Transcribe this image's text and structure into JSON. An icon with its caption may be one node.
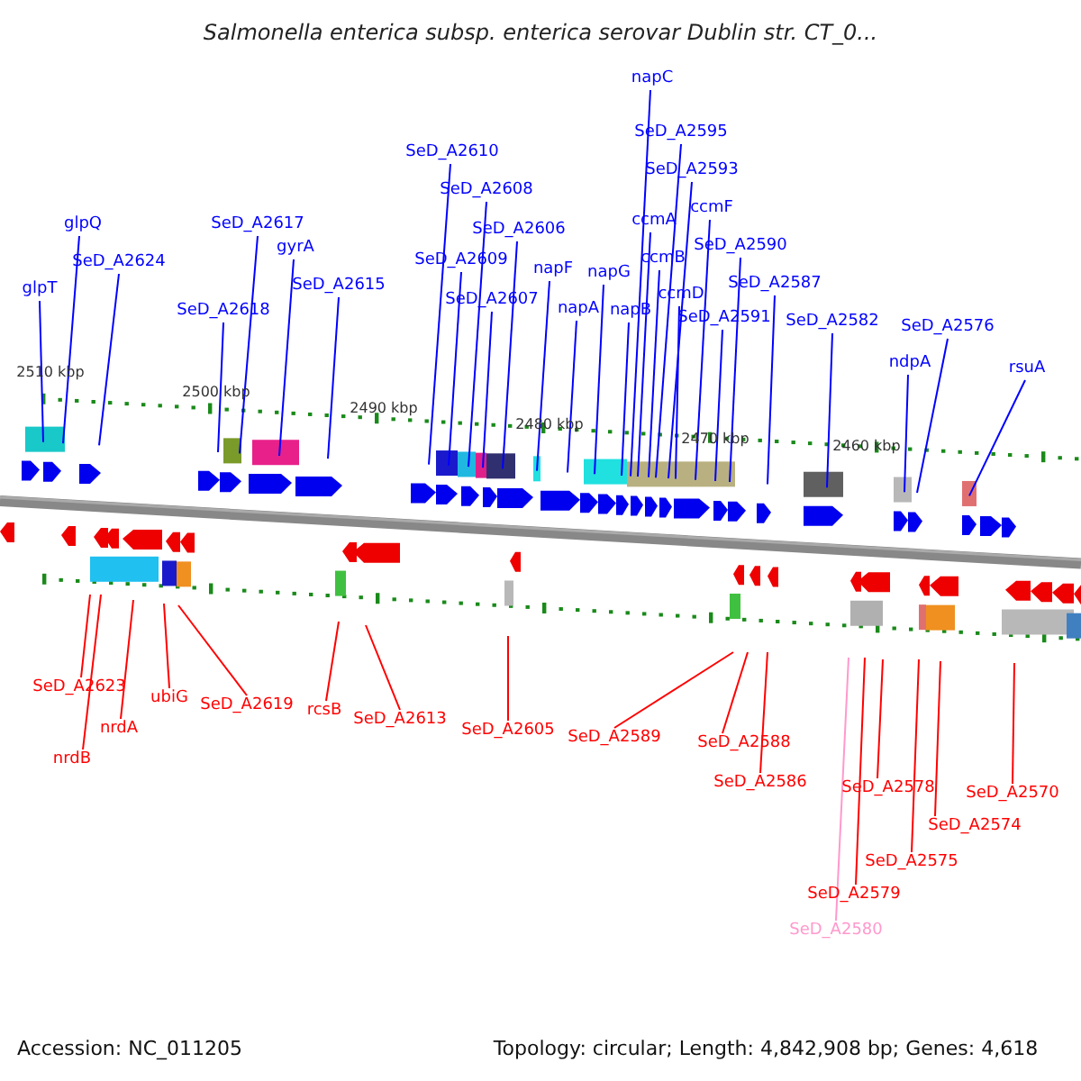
{
  "diagram": {
    "title": "Salmonella enterica subsp. enterica serovar Dublin str. CT_0...",
    "nodes": [
      {
        "text": [
          "glpT"
        ]
      },
      {
        "text": [
          "glpQ"
        ]
      },
      {
        "text": [
          "SeD_A2624"
        ]
      },
      {
        "text": [
          "SeD_A2618"
        ]
      },
      {
        "text": [
          "SeD_A2617"
        ]
      },
      {
        "text": [
          "gyrA"
        ]
      },
      {
        "text": [
          "SeD_A2615"
        ]
      },
      {
        "text": [
          "SeD_A2610"
        ]
      },
      {
        "text": [
          "SeD_A2608"
        ]
      },
      {
        "text": [
          "SeD_A2609"
        ]
      },
      {
        "text": [
          "SeD_A2606"
        ]
      },
      {
        "text": [
          "SeD_A2607"
        ]
      },
      {
        "text": [
          "napF"
        ]
      },
      {
        "text": [
          "napA"
        ]
      },
      {
        "text": [
          "napG"
        ]
      },
      {
        "text": [
          "napB"
        ]
      },
      {
        "text": [
          "ccmA"
        ]
      },
      {
        "text": [
          "ccmB"
        ]
      },
      {
        "text": [
          "napC"
        ]
      },
      {
        "text": [
          "SeD_A2595"
        ]
      },
      {
        "text": [
          "SeD_A2593"
        ]
      },
      {
        "text": [
          "ccmD"
        ]
      },
      {
        "text": [
          "ccmF"
        ]
      },
      {
        "text": [
          "SeD_A2591"
        ]
      },
      {
        "text": [
          "SeD_A2590"
        ]
      },
      {
        "text": [
          "SeD_A2587"
        ]
      },
      {
        "text": [
          "SeD_A2582"
        ]
      },
      {
        "text": [
          "ndpA"
        ]
      },
      {
        "text": [
          "SeD_A2576"
        ]
      },
      {
        "text": [
          "rsuA"
        ]
      },
      {
        "text": [
          "SeD_A2623"
        ]
      },
      {
        "text": [
          "nrdB"
        ]
      },
      {
        "text": [
          "nrdA"
        ]
      },
      {
        "text": [
          "ubiG"
        ]
      },
      {
        "text": [
          "SeD_A2619"
        ]
      },
      {
        "text": [
          "rcsB"
        ]
      },
      {
        "text": [
          "SeD_A2613"
        ]
      },
      {
        "text": [
          "SeD_A2605"
        ]
      },
      {
        "text": [
          "SeD_A2589"
        ]
      },
      {
        "text": [
          "SeD_A2588"
        ]
      },
      {
        "text": [
          "SeD_A2586"
        ]
      },
      {
        "text": [
          "SeD_A2578"
        ]
      },
      {
        "text": [
          "SeD_A2574"
        ]
      },
      {
        "text": [
          "SeD_A2575"
        ]
      },
      {
        "text": [
          "SeD_A2579"
        ]
      },
      {
        "text": [
          "SeD_A2580"
        ]
      },
      {
        "text": [
          "SeD_A2570"
        ]
      }
    ],
    "edges": [
      {
        "from": 0,
        "to": null,
        "arrow": "none"
      },
      {
        "from": 1,
        "to": null,
        "arrow": "none"
      },
      {
        "from": 2,
        "to": null,
        "arrow": "none"
      },
      {
        "from": 3,
        "to": null,
        "arrow": "none"
      },
      {
        "from": 4,
        "to": null,
        "arrow": "none"
      },
      {
        "from": 5,
        "to": null,
        "arrow": "none"
      },
      {
        "from": 6,
        "to": null,
        "arrow": "none"
      },
      {
        "from": 7,
        "to": null,
        "arrow": "none"
      },
      {
        "from": 8,
        "to": null,
        "arrow": "none"
      },
      {
        "from": 9,
        "to": null,
        "arrow": "none"
      },
      {
        "from": 10,
        "to": null,
        "arrow": "none"
      },
      {
        "from": 11,
        "to": null,
        "arrow": "none"
      },
      {
        "from": 12,
        "to": null,
        "arrow": "none"
      },
      {
        "from": 13,
        "to": null,
        "arrow": "none"
      },
      {
        "from": 14,
        "to": null,
        "arrow": "none"
      },
      {
        "from": 15,
        "to": null,
        "arrow": "none"
      },
      {
        "from": 16,
        "to": null,
        "arrow": "none"
      },
      {
        "from": 17,
        "to": null,
        "arrow": "none"
      },
      {
        "from": 18,
        "to": null,
        "arrow": "none"
      },
      {
        "from": 19,
        "to": null,
        "arrow": "none"
      },
      {
        "from": 20,
        "to": null,
        "arrow": "none"
      },
      {
        "from": 21,
        "to": null,
        "arrow": "none"
      },
      {
        "from": 22,
        "to": null,
        "arrow": "none"
      },
      {
        "from": 23,
        "to": null,
        "arrow": "none"
      },
      {
        "from": 24,
        "to": null,
        "arrow": "none"
      },
      {
        "from": 25,
        "to": null,
        "arrow": "none"
      },
      {
        "from": 26,
        "to": null,
        "arrow": "none"
      },
      {
        "from": 27,
        "to": null,
        "arrow": "none"
      },
      {
        "from": 28,
        "to": null,
        "arrow": "none"
      },
      {
        "from": 29,
        "to": null,
        "arrow": "none"
      },
      {
        "from": 30,
        "to": null,
        "arrow": "none",
        "color": "#ff0000"
      },
      {
        "from": 31,
        "to": null,
        "arrow": "none",
        "color": "#ff0000"
      },
      {
        "from": 32,
        "to": null,
        "arrow": "none",
        "color": "#ff0000"
      },
      {
        "from": 33,
        "to": null,
        "arrow": "none",
        "color": "#ff0000"
      },
      {
        "from": 34,
        "to": null,
        "arrow": "none",
        "color": "#ff0000"
      },
      {
        "from": 35,
        "to": null,
        "arrow": "none",
        "color": "#ff0000"
      },
      {
        "from": 36,
        "to": null,
        "arrow": "none",
        "color": "#ff0000"
      },
      {
        "from": 37,
        "to": null,
        "arrow": "none",
        "color": "#ff0000"
      },
      {
        "from": 38,
        "to": null,
        "arrow": "none",
        "color": "#ff0000"
      },
      {
        "from": 39,
        "to": null,
        "arrow": "none",
        "color": "#ff0000"
      },
      {
        "from": 40,
        "to": null,
        "arrow": "none",
        "color": "#ff0000"
      },
      {
        "from": 41,
        "to": null,
        "arrow": "none",
        "color": "#ff0000"
      },
      {
        "from": 42,
        "to": null,
        "arrow": "none",
        "color": "#ff0000"
      },
      {
        "from": 43,
        "to": null,
        "arrow": "none",
        "color": "#ff0000"
      },
      {
        "from": 44,
        "to": null,
        "arrow": "none",
        "color": "#ff0000"
      },
      {
        "from": 45,
        "to": null,
        "arrow": "none",
        "color": "#ff99cc"
      },
      {
        "from": 46,
        "to": null,
        "arrow": "none",
        "color": "#ff0000"
      }
    ],
    "labels": [
      "2510 kbp",
      "2500 kbp",
      "2490 kbp",
      "2480 kbp",
      "2470 kbp",
      "2460 kbp",
      "Accession: NC_011205",
      "Topology: circular; Length: 4,842,908 bp; Genes: 4,618"
    ]
  }
}
